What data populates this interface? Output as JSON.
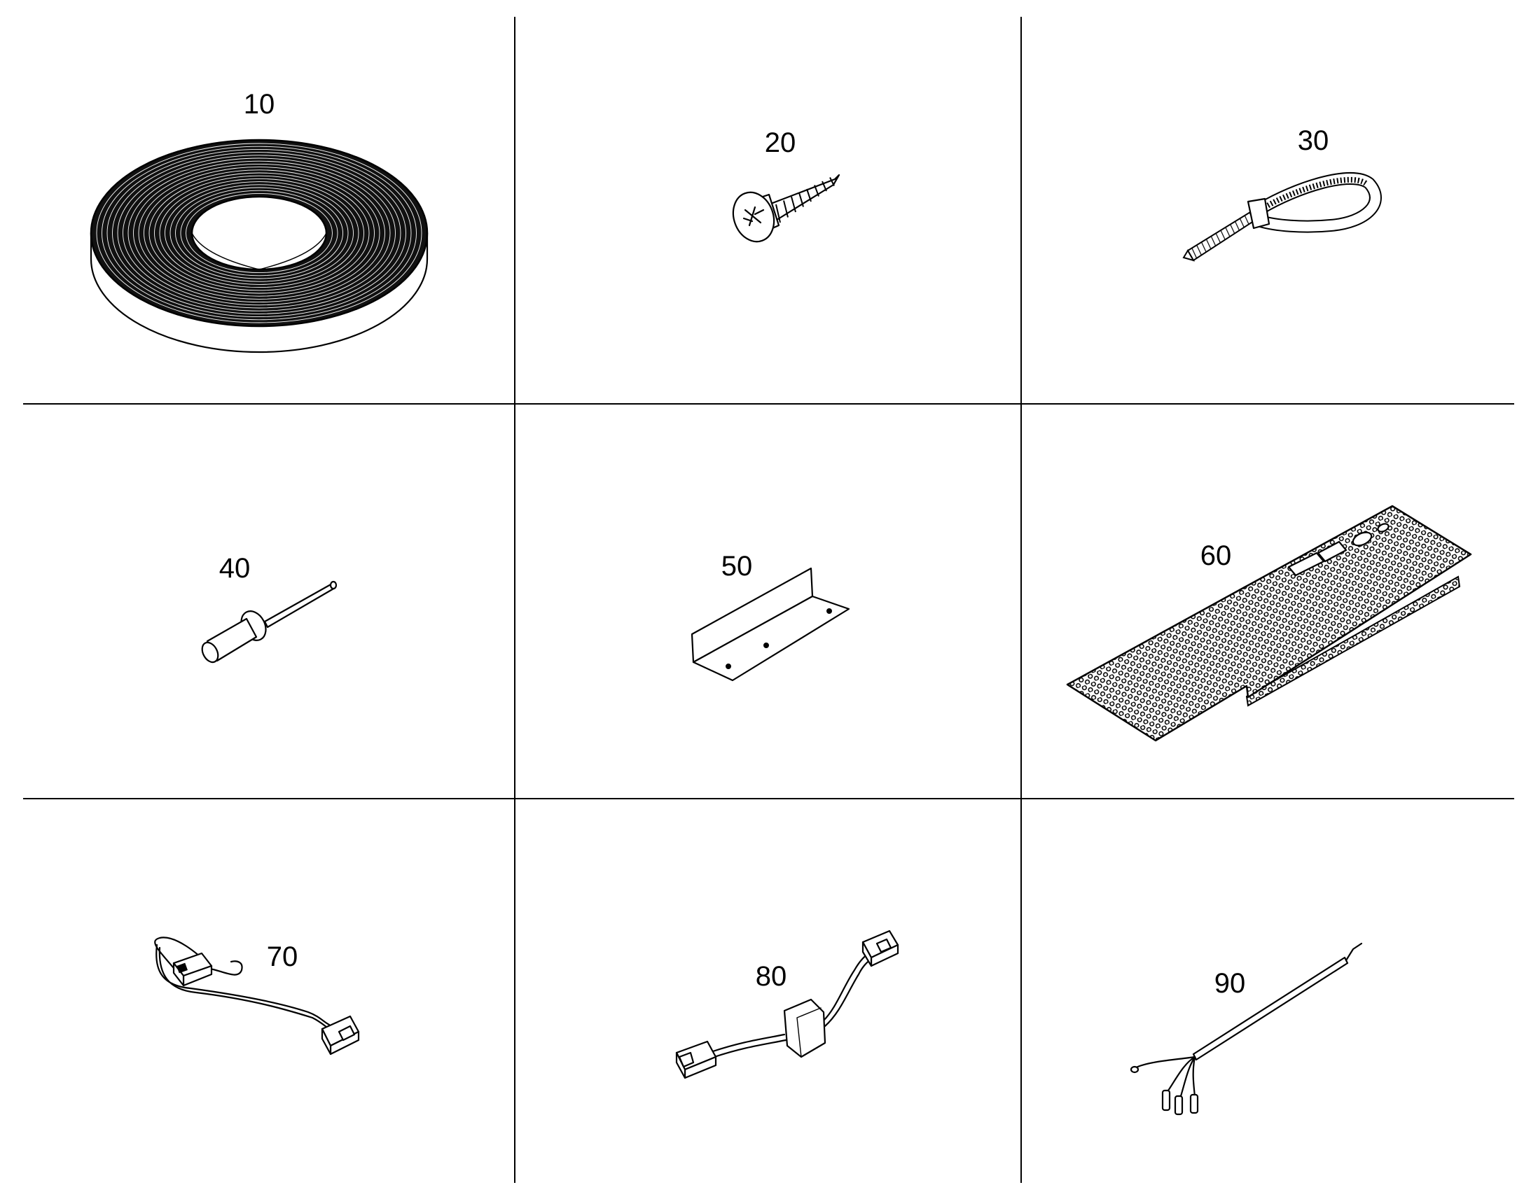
{
  "parts": [
    {
      "label": "10",
      "icon": "tape-roll-icon"
    },
    {
      "label": "20",
      "icon": "screw-icon"
    },
    {
      "label": "30",
      "icon": "cable-tie-icon"
    },
    {
      "label": "40",
      "icon": "rivet-icon"
    },
    {
      "label": "50",
      "icon": "angle-bracket-icon"
    },
    {
      "label": "60",
      "icon": "perforated-panel-icon"
    },
    {
      "label": "70",
      "icon": "wire-harness-connector-icon"
    },
    {
      "label": "80",
      "icon": "wire-harness-ferrite-icon"
    },
    {
      "label": "90",
      "icon": "sensor-lead-icon"
    }
  ]
}
